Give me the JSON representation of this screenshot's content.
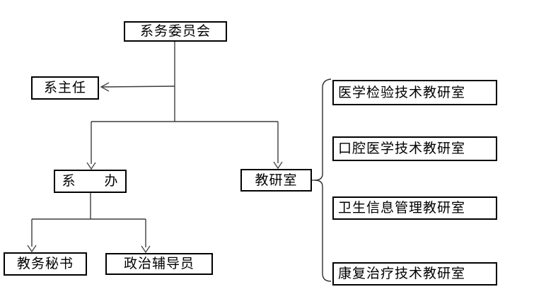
{
  "diagram": {
    "type": "org-chart",
    "colors": {
      "background": "#ffffff",
      "box_border": "#000000",
      "line": "#3d3d3d",
      "arrowhead": "#4a4a4a",
      "text": "#000000"
    },
    "nodes": {
      "committee": {
        "label": "系务委员会"
      },
      "director": {
        "label": "系主任"
      },
      "office": {
        "label": "系　　办"
      },
      "teaching_research": {
        "label": "教研室"
      },
      "secretary": {
        "label": "教务秘书"
      },
      "counselor": {
        "label": "政治辅导员"
      },
      "rooms": [
        {
          "label": "医学检验技术教研室"
        },
        {
          "label": "口腔医学技术教研室"
        },
        {
          "label": "卫生信息管理教研室"
        },
        {
          "label": "康复治疗技术教研室"
        }
      ]
    },
    "edges": [
      {
        "from": "committee",
        "to": "director",
        "style": "arrow"
      },
      {
        "from": "committee",
        "to": "office",
        "style": "arrow"
      },
      {
        "from": "committee",
        "to": "teaching_research",
        "style": "arrow"
      },
      {
        "from": "office",
        "to": "secretary",
        "style": "arrow"
      },
      {
        "from": "office",
        "to": "counselor",
        "style": "arrow"
      },
      {
        "from": "teaching_research",
        "to": "rooms",
        "style": "brace"
      }
    ]
  }
}
